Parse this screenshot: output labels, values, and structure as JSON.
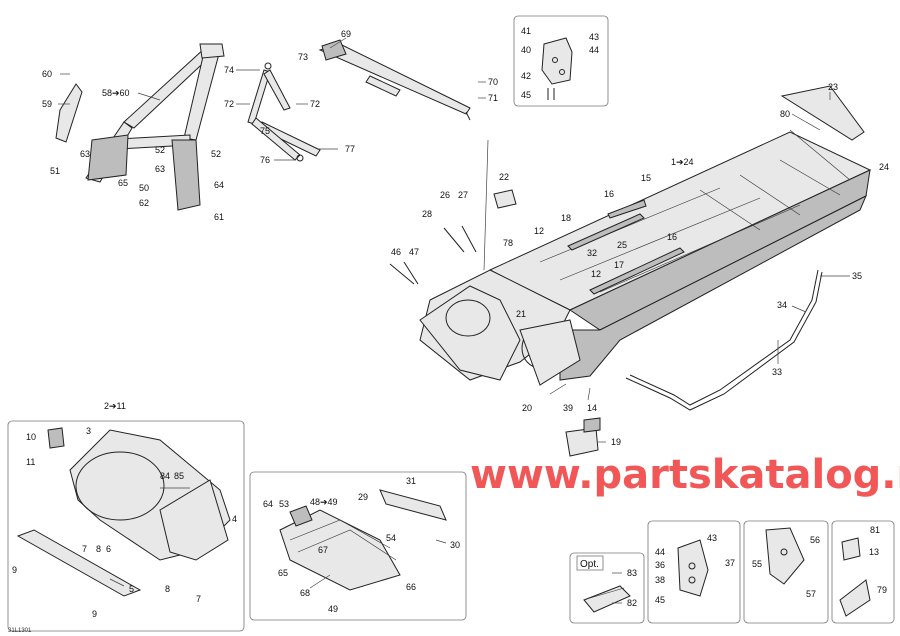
{
  "watermark": "www.partskatalog.ru",
  "figure_id": "31L1301",
  "opt_label": "Opt.",
  "callouts": {
    "c60": "60",
    "c59": "59",
    "c58": "58➔60",
    "c63a": "63",
    "c51": "51",
    "c65": "65",
    "c52a": "52",
    "c63b": "63",
    "c50": "50",
    "c62": "62",
    "c52b": "52",
    "c64a": "64",
    "c61": "61",
    "c74": "74",
    "c73": "73",
    "c72a": "72",
    "c72b": "72",
    "c75": "75",
    "c76": "76",
    "c77": "77",
    "c69": "69",
    "c70": "70",
    "c71": "71",
    "c41": "41",
    "c43a": "43",
    "c40": "40",
    "c44a": "44",
    "c42": "42",
    "c45a": "45",
    "c23": "23",
    "c80": "80",
    "c24a": "24",
    "c1to24": "1➔24",
    "c22": "22",
    "c26": "26",
    "c27": "27",
    "c28": "28",
    "c46": "46",
    "c47": "47",
    "c78": "78",
    "c12a": "12",
    "c18": "18",
    "c16a": "16",
    "c15": "15",
    "c16b": "16",
    "c25": "25",
    "c32": "32",
    "c17": "17",
    "c12b": "12",
    "c21": "21",
    "c35": "35",
    "c34": "34",
    "c33": "33",
    "c20": "20",
    "c39": "39",
    "c14": "14",
    "c19": "19",
    "c2to11": "2➔11",
    "c10": "10",
    "c3": "3",
    "c11": "11",
    "c84": "84",
    "c85": "85",
    "c4": "4",
    "c7a": "7",
    "c8a": "8",
    "c6": "6",
    "c9a": "9",
    "c5": "5",
    "c8b": "8",
    "c7b": "7",
    "c9b": "9",
    "c64b": "64",
    "c53": "53",
    "c48": "48➔49",
    "c31": "31",
    "c29": "29",
    "c54": "54",
    "c30": "30",
    "c67": "67",
    "c65b": "65",
    "c68": "68",
    "c66": "66",
    "c49": "49",
    "c83": "83",
    "c82": "82",
    "c44b": "44",
    "c43b": "43",
    "c36": "36",
    "c37": "37",
    "c38": "38",
    "c45b": "45",
    "c56": "56",
    "c55": "55",
    "c57": "57",
    "c81": "81",
    "c13": "13",
    "c79": "79"
  }
}
